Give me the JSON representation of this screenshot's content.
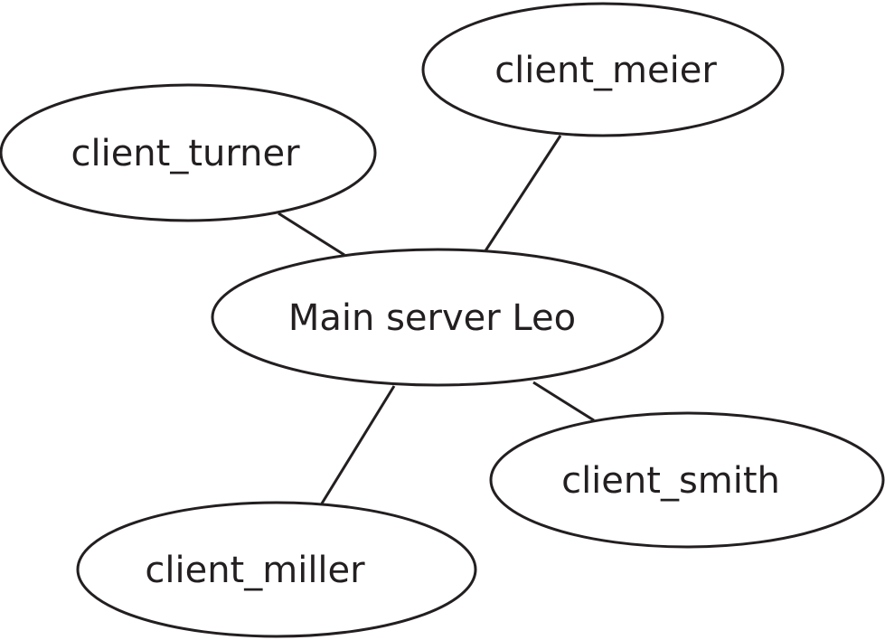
{
  "diagram": {
    "hub": {
      "label": "Main server Leo"
    },
    "clients": [
      {
        "label": "client_meier"
      },
      {
        "label": "client_turner"
      },
      {
        "label": "client_smith"
      },
      {
        "label": "client_miller"
      }
    ],
    "connections": [
      {
        "from": "Main server Leo",
        "to": "client_turner"
      },
      {
        "from": "Main server Leo",
        "to": "client_meier"
      },
      {
        "from": "Main server Leo",
        "to": "client_smith"
      },
      {
        "from": "Main server Leo",
        "to": "client_miller"
      }
    ],
    "colors": {
      "stroke": "#231f20",
      "fill": "#ffffff",
      "background": "#ffffff"
    }
  }
}
